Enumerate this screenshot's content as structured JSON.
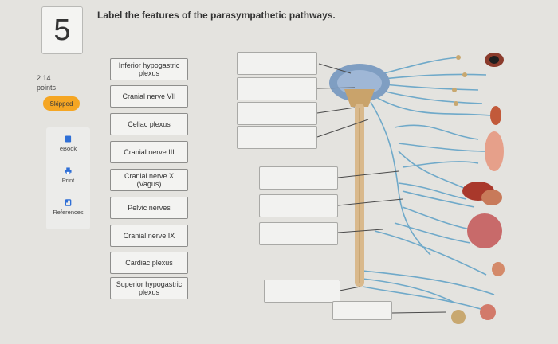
{
  "question": {
    "number": "5",
    "prompt": "Label the features of the parasympathetic pathways."
  },
  "score": {
    "value": "2.14",
    "unit": "points"
  },
  "status": {
    "label": "Skipped",
    "color": "#f5a623"
  },
  "tools": [
    {
      "label": "eBook",
      "icon": "book-icon"
    },
    {
      "label": "Print",
      "icon": "printer-icon"
    },
    {
      "label": "References",
      "icon": "references-icon"
    }
  ],
  "labels": [
    "Inferior hypogastric plexus",
    "Cranial nerve VII",
    "Celiac plexus",
    "Cranial nerve III",
    "Cranial nerve X (Vagus)",
    "Pelvic nerves",
    "Cranial nerve IX",
    "Cardiac plexus",
    "Superior hypogastric plexus"
  ],
  "colors": {
    "nerve": "#6fa9c9",
    "spinal_cord": "#d9b98c",
    "brain": "#7f9ec2"
  }
}
